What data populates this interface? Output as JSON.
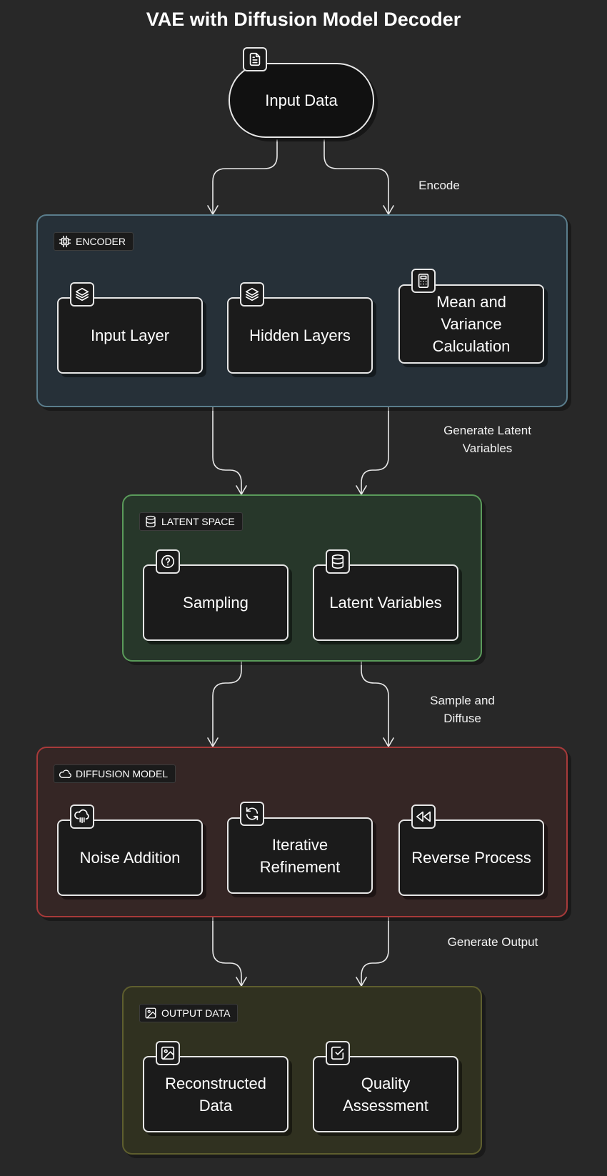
{
  "title": "VAE with Diffusion Model Decoder",
  "input": {
    "label": "Input Data"
  },
  "edges": {
    "encode": "Encode",
    "generate_latent": "Generate Latent Variables",
    "sample_diffuse": "Sample and Diffuse",
    "generate_output": "Generate Output"
  },
  "groups": {
    "encoder": {
      "title": "ENCODER",
      "color": "#5a7d8c",
      "nodes": [
        "Input Layer",
        "Hidden Layers",
        "Mean and Variance Calculation"
      ]
    },
    "latent": {
      "title": "LATENT SPACE",
      "color": "#5a9a5a",
      "nodes": [
        "Sampling",
        "Latent Variables"
      ]
    },
    "diffusion": {
      "title": "DIFFUSION MODEL",
      "color": "#a83a3a",
      "nodes": [
        "Noise Addition",
        "Iterative Refinement",
        "Reverse Process"
      ]
    },
    "output": {
      "title": "OUTPUT DATA",
      "color": "#5e5e2e",
      "nodes": [
        "Reconstructed Data",
        "Quality Assessment"
      ]
    }
  },
  "icons": {
    "input": "file-text-icon",
    "encoder_tag": "cpu-icon",
    "input_layer": "layers-icon",
    "hidden_layers": "layers-icon",
    "mean_variance": "calculator-icon",
    "latent_tag": "database-icon",
    "sampling": "help-circle-icon",
    "latent_variables": "database-icon",
    "diffusion_tag": "cloud-icon",
    "noise_addition": "cloud-rain-icon",
    "iterative_refinement": "refresh-icon",
    "reverse_process": "rewind-icon",
    "output_tag": "image-icon",
    "reconstructed": "image-icon",
    "quality": "check-square-icon"
  }
}
